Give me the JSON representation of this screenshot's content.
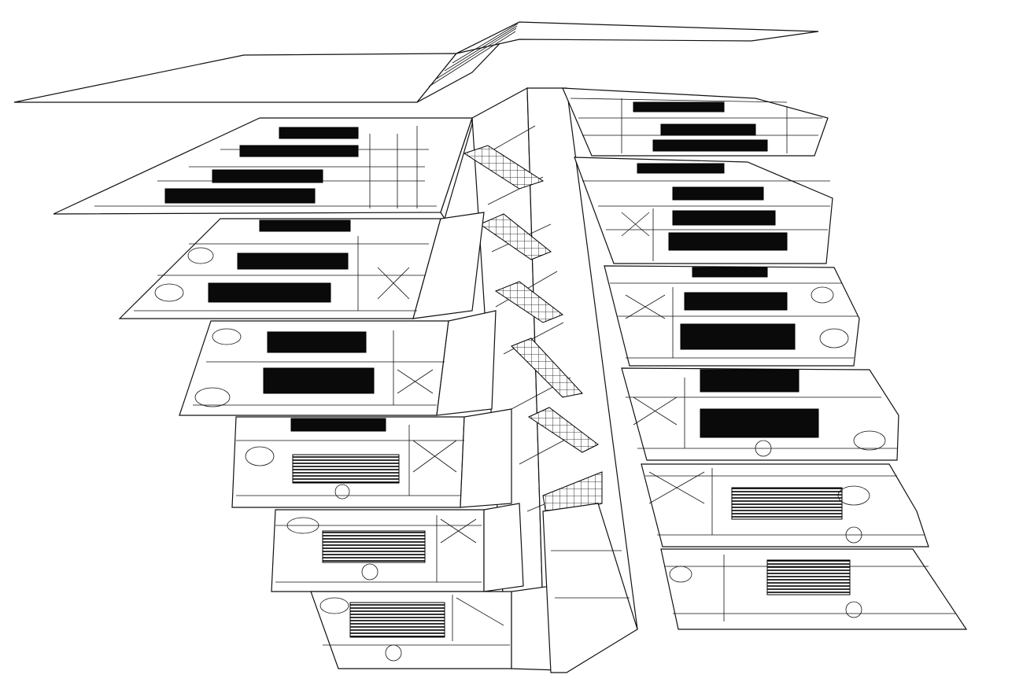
{
  "drawing": {
    "kind": "exploded-axonometric-floor-plans",
    "colors": {
      "line": "#111111",
      "fill": "#ffffff",
      "solid": "#0a0a0a"
    },
    "levels": 7,
    "wings": [
      "left-wing",
      "right-wing"
    ],
    "core": "central-stair-core",
    "roof": "roof-canopy"
  }
}
